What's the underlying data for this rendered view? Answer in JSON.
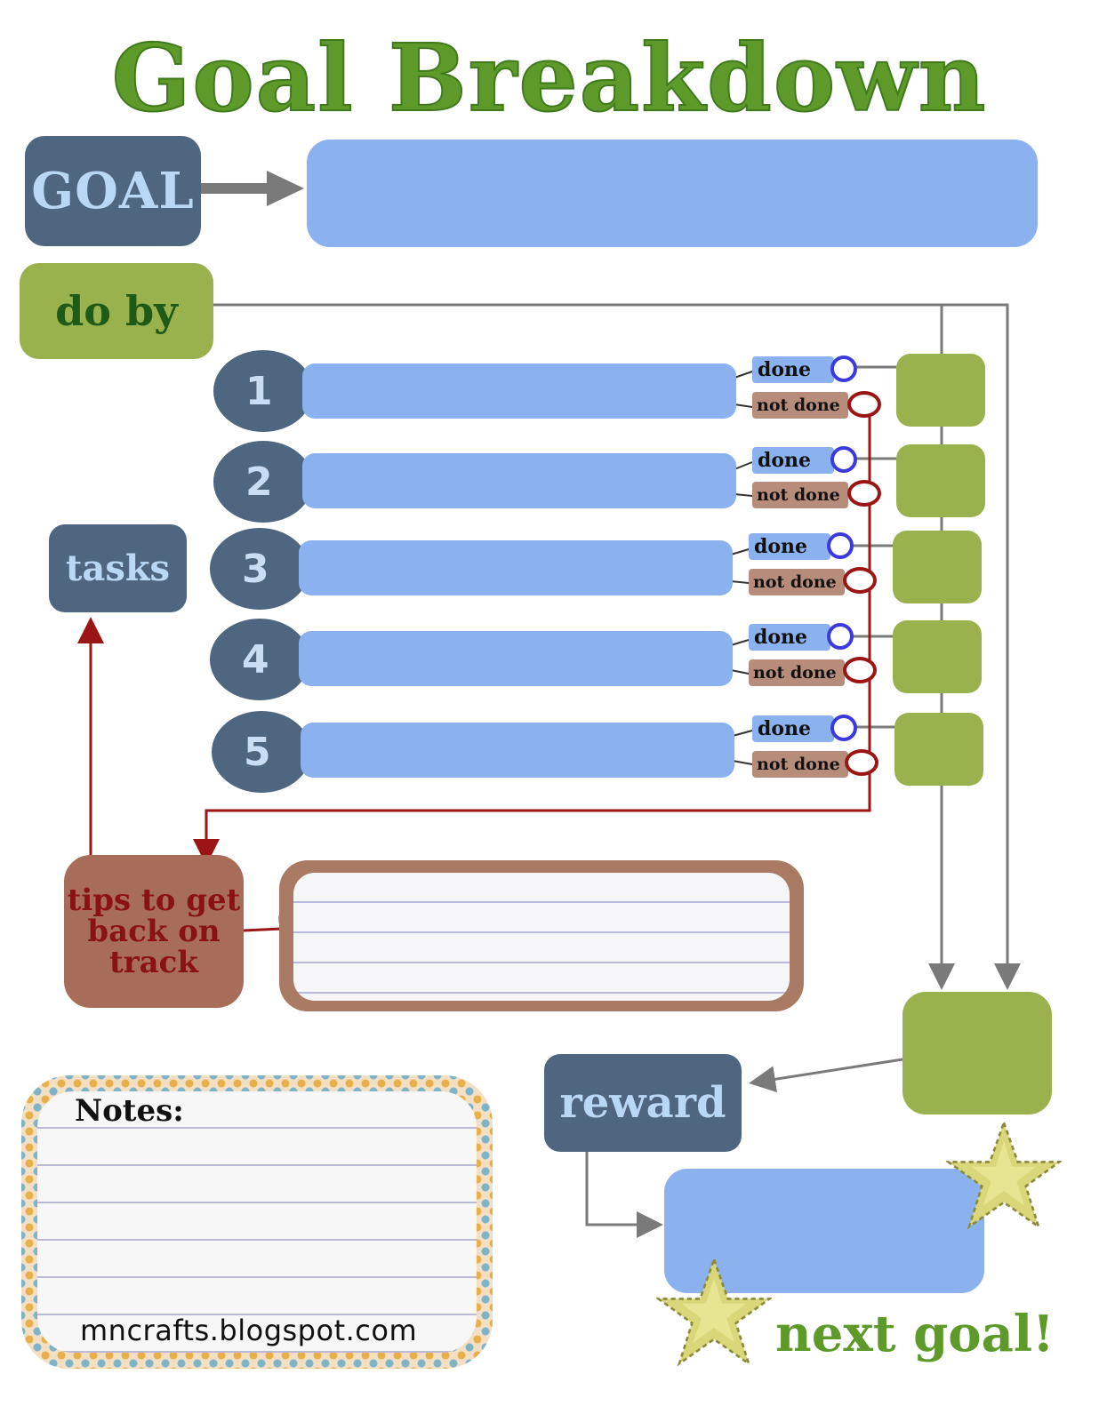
{
  "title": "Goal Breakdown",
  "goal": {
    "label": "GOAL"
  },
  "do_by": {
    "label": "do by"
  },
  "tasks": {
    "label": "tasks",
    "items": [
      {
        "number": "1",
        "done_label": "done",
        "not_done_label": "not done"
      },
      {
        "number": "2",
        "done_label": "done",
        "not_done_label": "not done"
      },
      {
        "number": "3",
        "done_label": "done",
        "not_done_label": "not done"
      },
      {
        "number": "4",
        "done_label": "done",
        "not_done_label": "not done"
      },
      {
        "number": "5",
        "done_label": "done",
        "not_done_label": "not done"
      }
    ]
  },
  "tips": {
    "label": "tips to get back on track"
  },
  "notes": {
    "label": "Notes:"
  },
  "reward": {
    "label": "reward"
  },
  "next_goal": {
    "label": "next goal!"
  },
  "footer": {
    "site": "mncrafts.blogspot.com"
  },
  "colors": {
    "title_green": "#5e9a2a",
    "slate": "#4f6680",
    "sky": "#8bb1ee",
    "olive": "#9ab24e",
    "rust": "#a86c5a",
    "done_radio": "#3a3adf",
    "not_done_radio": "#9b1515"
  }
}
